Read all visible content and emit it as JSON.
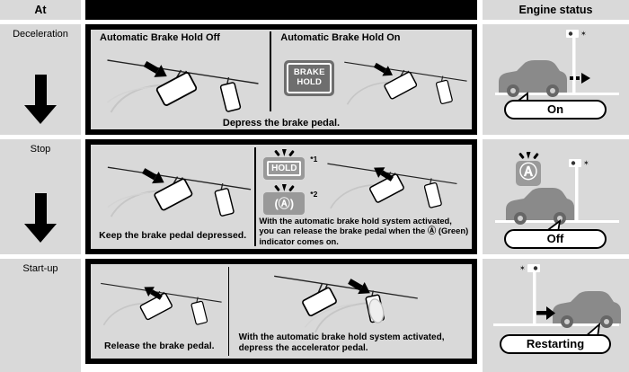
{
  "header": {
    "at": "At",
    "engine_status": "Engine status"
  },
  "rows": [
    {
      "stage": "Deceleration",
      "left_panel_title": "Automatic Brake Hold Off",
      "right_panel_title": "Automatic Brake Hold On",
      "caption": "Depress the brake pedal.",
      "brake_hold_indicator": {
        "line1": "BRAKE",
        "line2": "HOLD"
      },
      "engine_status": "On"
    },
    {
      "stage": "Stop",
      "left_caption": "Keep the brake pedal depressed.",
      "right_caption": "With the automatic brake hold system activated, you can release the brake pedal when the Ⓐ (Green) indicator comes on.",
      "hold_indicator": "HOLD",
      "hold_indicator_note": "*1",
      "auto_stop_indicator": "(Ⓐ)",
      "auto_stop_indicator_note": "*2",
      "engine_status": "Off",
      "engine_icon": "Ⓐ"
    },
    {
      "stage": "Start-up",
      "left_caption": "Release the brake pedal.",
      "right_caption": "With the automatic brake hold system activated, depress the accelerator pedal.",
      "engine_status": "Restarting"
    }
  ],
  "colors": {
    "cell_bg": "#d9d9d9",
    "frame_black": "#000000",
    "indicator_gray": "#999999",
    "brake_hold_bg": "#6e6e6e",
    "car_gray": "#8a8a8a"
  }
}
